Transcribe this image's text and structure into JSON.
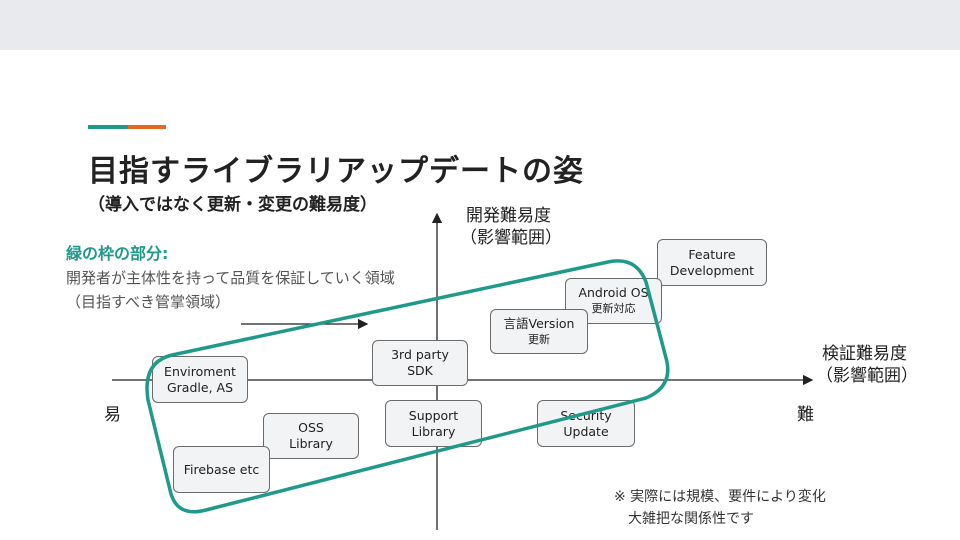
{
  "slide": {
    "title": "目指すライブラリアップデートの姿",
    "subtitle": "（導入ではなく更新・変更の難易度）",
    "accent_colors": [
      "#1f9a8a",
      "#e8671c"
    ],
    "y_axis_label": [
      "開発難易度",
      "（影響範囲）"
    ],
    "x_axis_label": [
      "検証難易度",
      "（影響範囲）"
    ],
    "easy_label": "易",
    "hard_label": "難",
    "note": {
      "heading": "緑の枠の部分:",
      "lines": [
        "開発者が主体性を持って品質を保証していく領域",
        "（目指すべき管掌領域）"
      ]
    },
    "boxes": [
      {
        "lines": [
          "Feature",
          "Development"
        ]
      },
      {
        "lines": [
          "Android OS",
          "更新対応"
        ]
      },
      {
        "lines": [
          "言語Version",
          "更新"
        ]
      },
      {
        "lines": [
          "3rd party",
          "SDK"
        ]
      },
      {
        "lines": [
          "Enviroment",
          "Gradle, AS"
        ]
      },
      {
        "lines": [
          "OSS",
          "Library"
        ]
      },
      {
        "lines": [
          "Support",
          "Library"
        ]
      },
      {
        "lines": [
          "Security",
          "Update"
        ]
      },
      {
        "lines": [
          "Firebase etc"
        ]
      }
    ],
    "footnote": [
      "※ 実際には規模、要件により変化",
      "　大雑把な関係性です"
    ],
    "region_color": "#1f9a8a"
  }
}
